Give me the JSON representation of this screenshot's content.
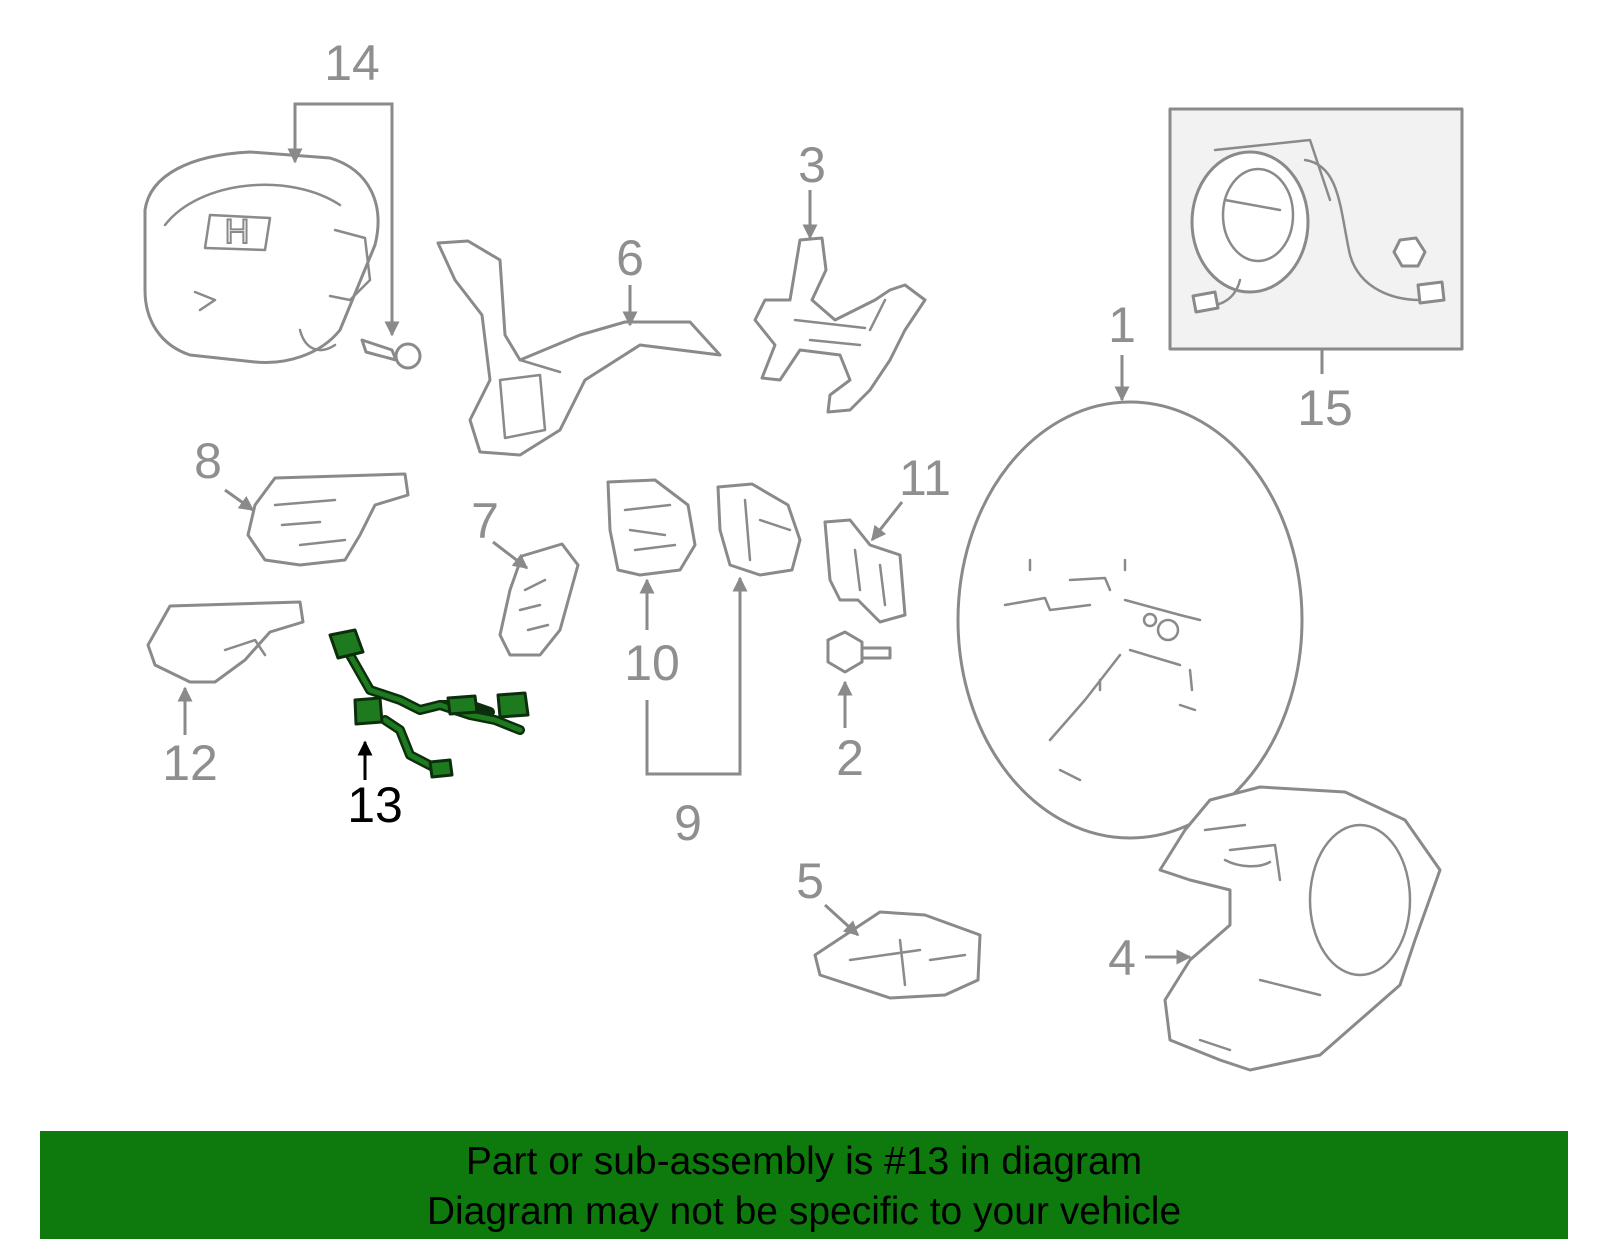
{
  "callouts": {
    "c1": "1",
    "c2": "2",
    "c3": "3",
    "c4": "4",
    "c5": "5",
    "c6": "6",
    "c7": "7",
    "c8": "8",
    "c9": "9",
    "c10": "10",
    "c11": "11",
    "c12": "12",
    "c13": "13",
    "c14": "14",
    "c15": "15"
  },
  "highlight_part": "13",
  "colors": {
    "banner_background": "#0e7a0e",
    "highlight_part_fill": "#1e7a1e",
    "part_outline": "#8a8a8a"
  },
  "banner": {
    "line1": "Part or sub-assembly is #13 in diagram",
    "line2": "Diagram may not be specific to your vehicle"
  }
}
